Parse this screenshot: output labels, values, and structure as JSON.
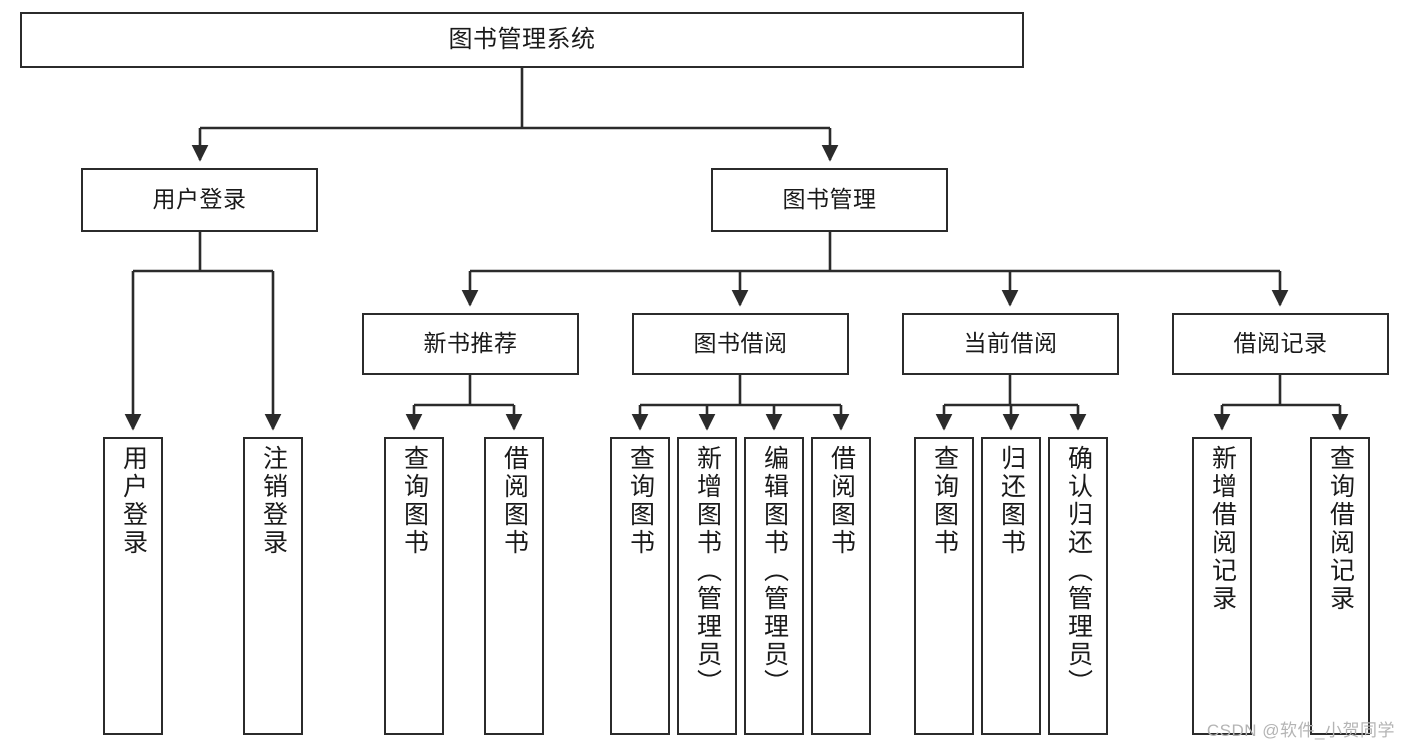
{
  "diagram": {
    "title": "图书管理系统",
    "type": "功能结构图",
    "style": {
      "box_border_color": "#2b2b2b",
      "box_fill_color": "#ffffff",
      "connector_color": "#2b2b2b",
      "text_color": "#1a1a1a",
      "background": "#ffffff",
      "watermark_color": "#b4b4b4"
    },
    "root": {
      "label": "图书管理系统"
    },
    "level2": [
      {
        "label": "用户登录"
      },
      {
        "label": "图书管理"
      }
    ],
    "level3": [
      {
        "label": "新书推荐"
      },
      {
        "label": "图书借阅"
      },
      {
        "label": "当前借阅"
      },
      {
        "label": "借阅记录"
      }
    ],
    "leaves": {
      "user_login": [
        {
          "label": "用户登录"
        },
        {
          "label": "注销登录"
        }
      ],
      "new_book_recommend": [
        {
          "label": "查询图书"
        },
        {
          "label": "借阅图书"
        }
      ],
      "book_borrow": [
        {
          "label": "查询图书"
        },
        {
          "label": "新增图书（管理员）"
        },
        {
          "label": "编辑图书（管理员）"
        },
        {
          "label": "借阅图书"
        }
      ],
      "current_borrow": [
        {
          "label": "查询图书"
        },
        {
          "label": "归还图书"
        },
        {
          "label": "确认归还（管理员）"
        }
      ],
      "borrow_record": [
        {
          "label": "新增借阅记录"
        },
        {
          "label": "查询借阅记录"
        }
      ]
    }
  },
  "watermark": {
    "text": "CSDN @软件_小贺同学"
  }
}
